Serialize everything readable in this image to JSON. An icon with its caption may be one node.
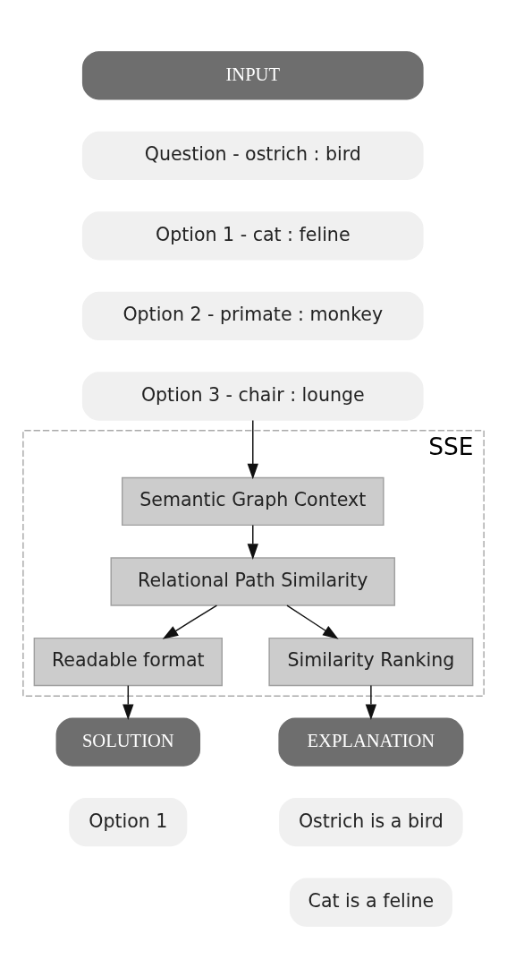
{
  "diagram": {
    "nodes": [
      {
        "text": [
          "INPUT"
        ]
      },
      {
        "text": [
          "Question - ostrich : bird"
        ]
      },
      {
        "text": [
          "Option 1 - cat : feline"
        ]
      },
      {
        "text": [
          "Option 2 - primate : monkey"
        ]
      },
      {
        "text": [
          "Option 3 - chair : lounge"
        ]
      },
      {
        "text": [
          "SSE"
        ]
      },
      {
        "text": [
          "Semantic Graph Context"
        ],
        "in": 5
      },
      {
        "text": [
          "Relational Path Similarity"
        ],
        "in": 5
      },
      {
        "text": [
          "Readable format"
        ],
        "in": 5
      },
      {
        "text": [
          "Similarity Ranking"
        ],
        "in": 5
      },
      {
        "text": [
          "SOLUTION"
        ]
      },
      {
        "text": [
          "EXPLANATION"
        ]
      },
      {
        "text": [
          "Option 1"
        ]
      },
      {
        "text": [
          "Ostrich is a bird"
        ]
      },
      {
        "text": [
          "Cat is a feline"
        ]
      }
    ],
    "edges": [
      {
        "from": 4,
        "to": 6,
        "arrow": "to"
      },
      {
        "from": 6,
        "to": 7,
        "arrow": "to"
      },
      {
        "from": 7,
        "to": 8,
        "arrow": "to"
      },
      {
        "from": 7,
        "to": 9,
        "arrow": "to"
      },
      {
        "from": 8,
        "to": 10,
        "arrow": "to"
      },
      {
        "from": 9,
        "to": 11,
        "arrow": "to"
      }
    ]
  }
}
